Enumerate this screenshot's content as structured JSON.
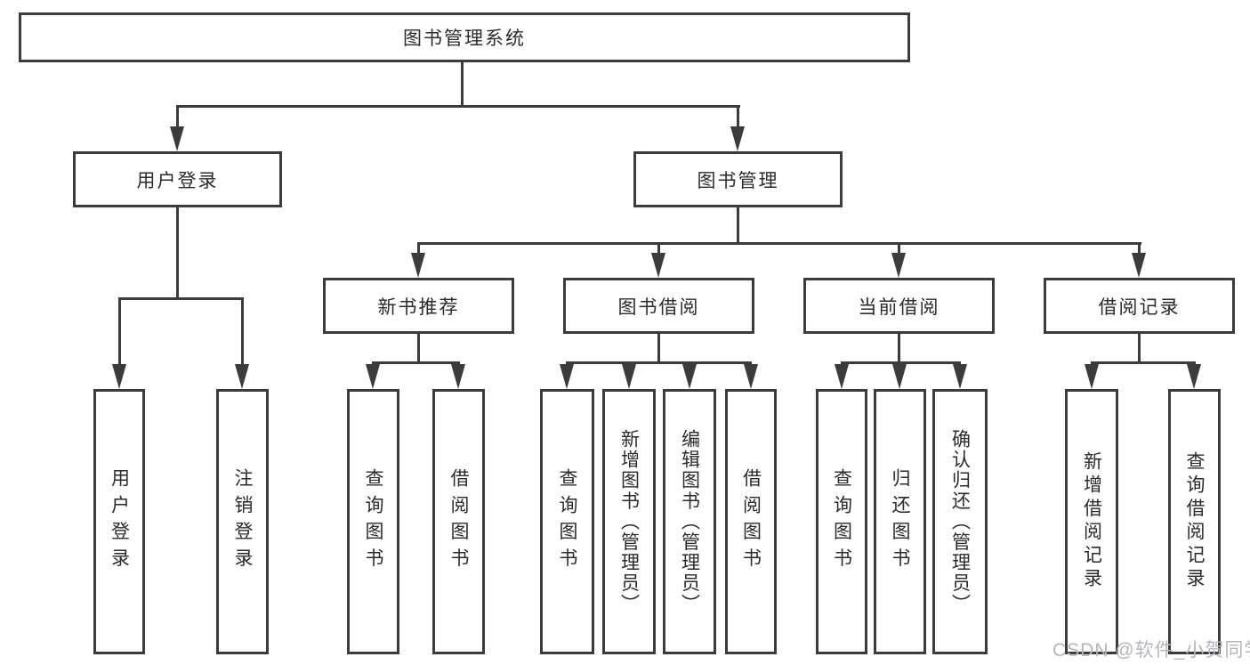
{
  "diagram": {
    "title": "图书管理系统",
    "branches": [
      {
        "label": "用户登录",
        "children": [
          "用户登录",
          "注销登录"
        ]
      },
      {
        "label": "图书管理",
        "groups": [
          {
            "label": "新书推荐",
            "children": [
              "查询图书",
              "借阅图书"
            ]
          },
          {
            "label": "图书借阅",
            "children": [
              "查询图书",
              "新增图书（管理员）",
              "编辑图书（管理员）",
              "借阅图书"
            ]
          },
          {
            "label": "当前借阅",
            "children": [
              "查询图书",
              "归还图书",
              "确认归还（管理员）"
            ]
          },
          {
            "label": "借阅记录",
            "children": [
              "新增借阅记录",
              "查询借阅记录"
            ]
          }
        ]
      }
    ]
  },
  "watermark": "CSDN @软件_小贺同学",
  "colors": {
    "line": "#3b3b3b",
    "text": "#2b2b2b",
    "watermark": "#b3b6ba",
    "background": "#ffffff"
  }
}
